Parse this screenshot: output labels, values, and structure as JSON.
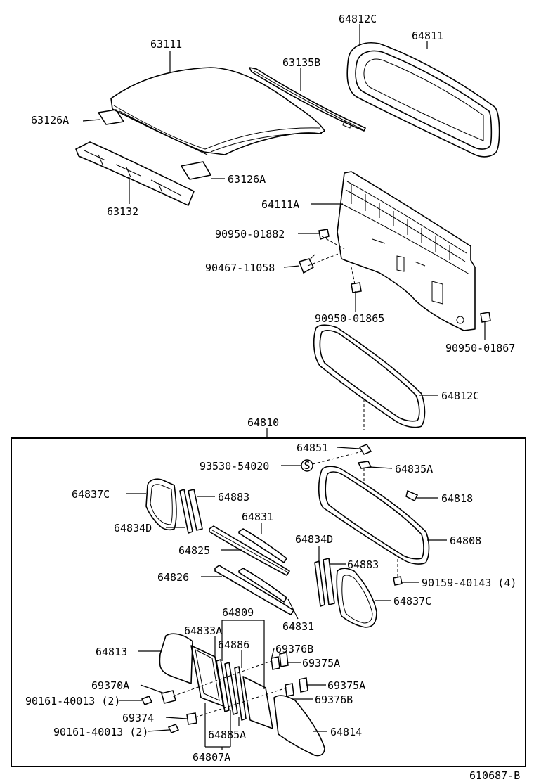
{
  "diagram_id": "610687-B",
  "labels": {
    "p64812C_top": "64812C",
    "p64811": "64811",
    "p63111": "63111",
    "p63135B": "63135B",
    "p63126A_l": "63126A",
    "p63126A_r": "63126A",
    "p63132": "63132",
    "p64111A": "64111A",
    "p90950_01882": "90950-01882",
    "p90467_11058": "90467-11058",
    "p90950_01865": "90950-01865",
    "p90950_01867": "90950-01867",
    "p64812C_mid": "64812C",
    "p64810": "64810",
    "p64851": "64851",
    "p93530_54020": "93530-54020",
    "p64835A": "64835A",
    "p64837C_l": "64837C",
    "p64883_l": "64883",
    "p64818": "64818",
    "p64834D_l": "64834D",
    "p64831_t": "64831",
    "p64808": "64808",
    "p64825": "64825",
    "p64834D_r": "64834D",
    "p64883_r": "64883",
    "p90159_40143": "90159-40143 (4)",
    "p64826": "64826",
    "p64837C_r": "64837C",
    "p64831_b": "64831",
    "p64809": "64809",
    "p64833A": "64833A",
    "p64886": "64886",
    "p69376B_t": "69376B",
    "p64813": "64813",
    "p69375A_t": "69375A",
    "p69370A": "69370A",
    "p69375A_b": "69375A",
    "p90161_a": "90161-40013 (2)",
    "p69376B_b": "69376B",
    "p69374": "69374",
    "p90161_b": "90161-40013 (2)",
    "p64814": "64814",
    "p64885A": "64885A",
    "p64807A": "64807A",
    "s_symbol": "S"
  }
}
